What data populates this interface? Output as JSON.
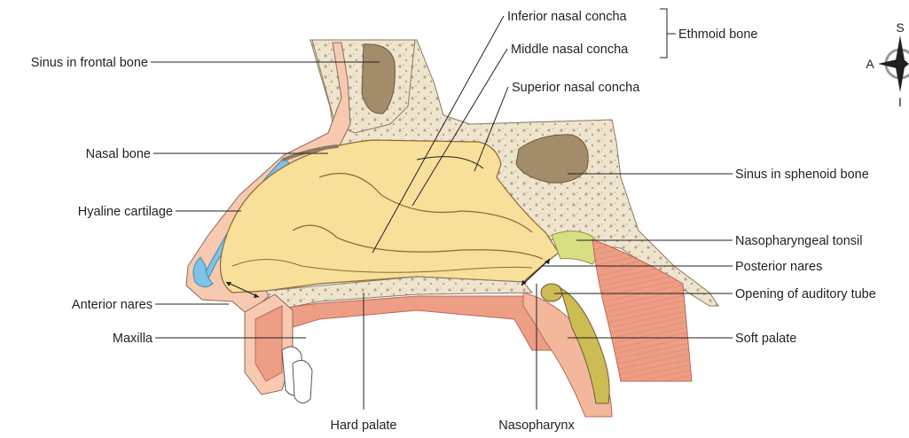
{
  "labels": {
    "sinus_frontal": "Sinus in frontal bone",
    "nasal_bone": "Nasal bone",
    "hyaline_cartilage": "Hyaline cartilage",
    "anterior_nares": "Anterior nares",
    "maxilla": "Maxilla",
    "hard_palate": "Hard palate",
    "nasopharynx": "Nasopharynx",
    "inferior_concha": "Inferior nasal concha",
    "middle_concha": "Middle nasal concha",
    "ethmoid_bone": "Ethmoid bone",
    "superior_concha": "Superior nasal concha",
    "sinus_sphenoid": "Sinus in sphenoid bone",
    "nasopharyngeal_tonsil": "Nasopharyngeal tonsil",
    "posterior_nares": "Posterior nares",
    "auditory_tube": "Opening of auditory tube",
    "soft_palate": "Soft palate"
  },
  "compass": {
    "superior": "S",
    "anterior": "A",
    "inferior": "I"
  },
  "colors": {
    "bone": "#efe5cf",
    "nasal_cavity": "#f8df9a",
    "cartilage": "#7ec3e8",
    "skin": "#f6c9b0",
    "muscle": "#ee9e85",
    "sinus": "#a38c6a",
    "tonsil": "#d8df82",
    "tube": "#cdbb54"
  }
}
